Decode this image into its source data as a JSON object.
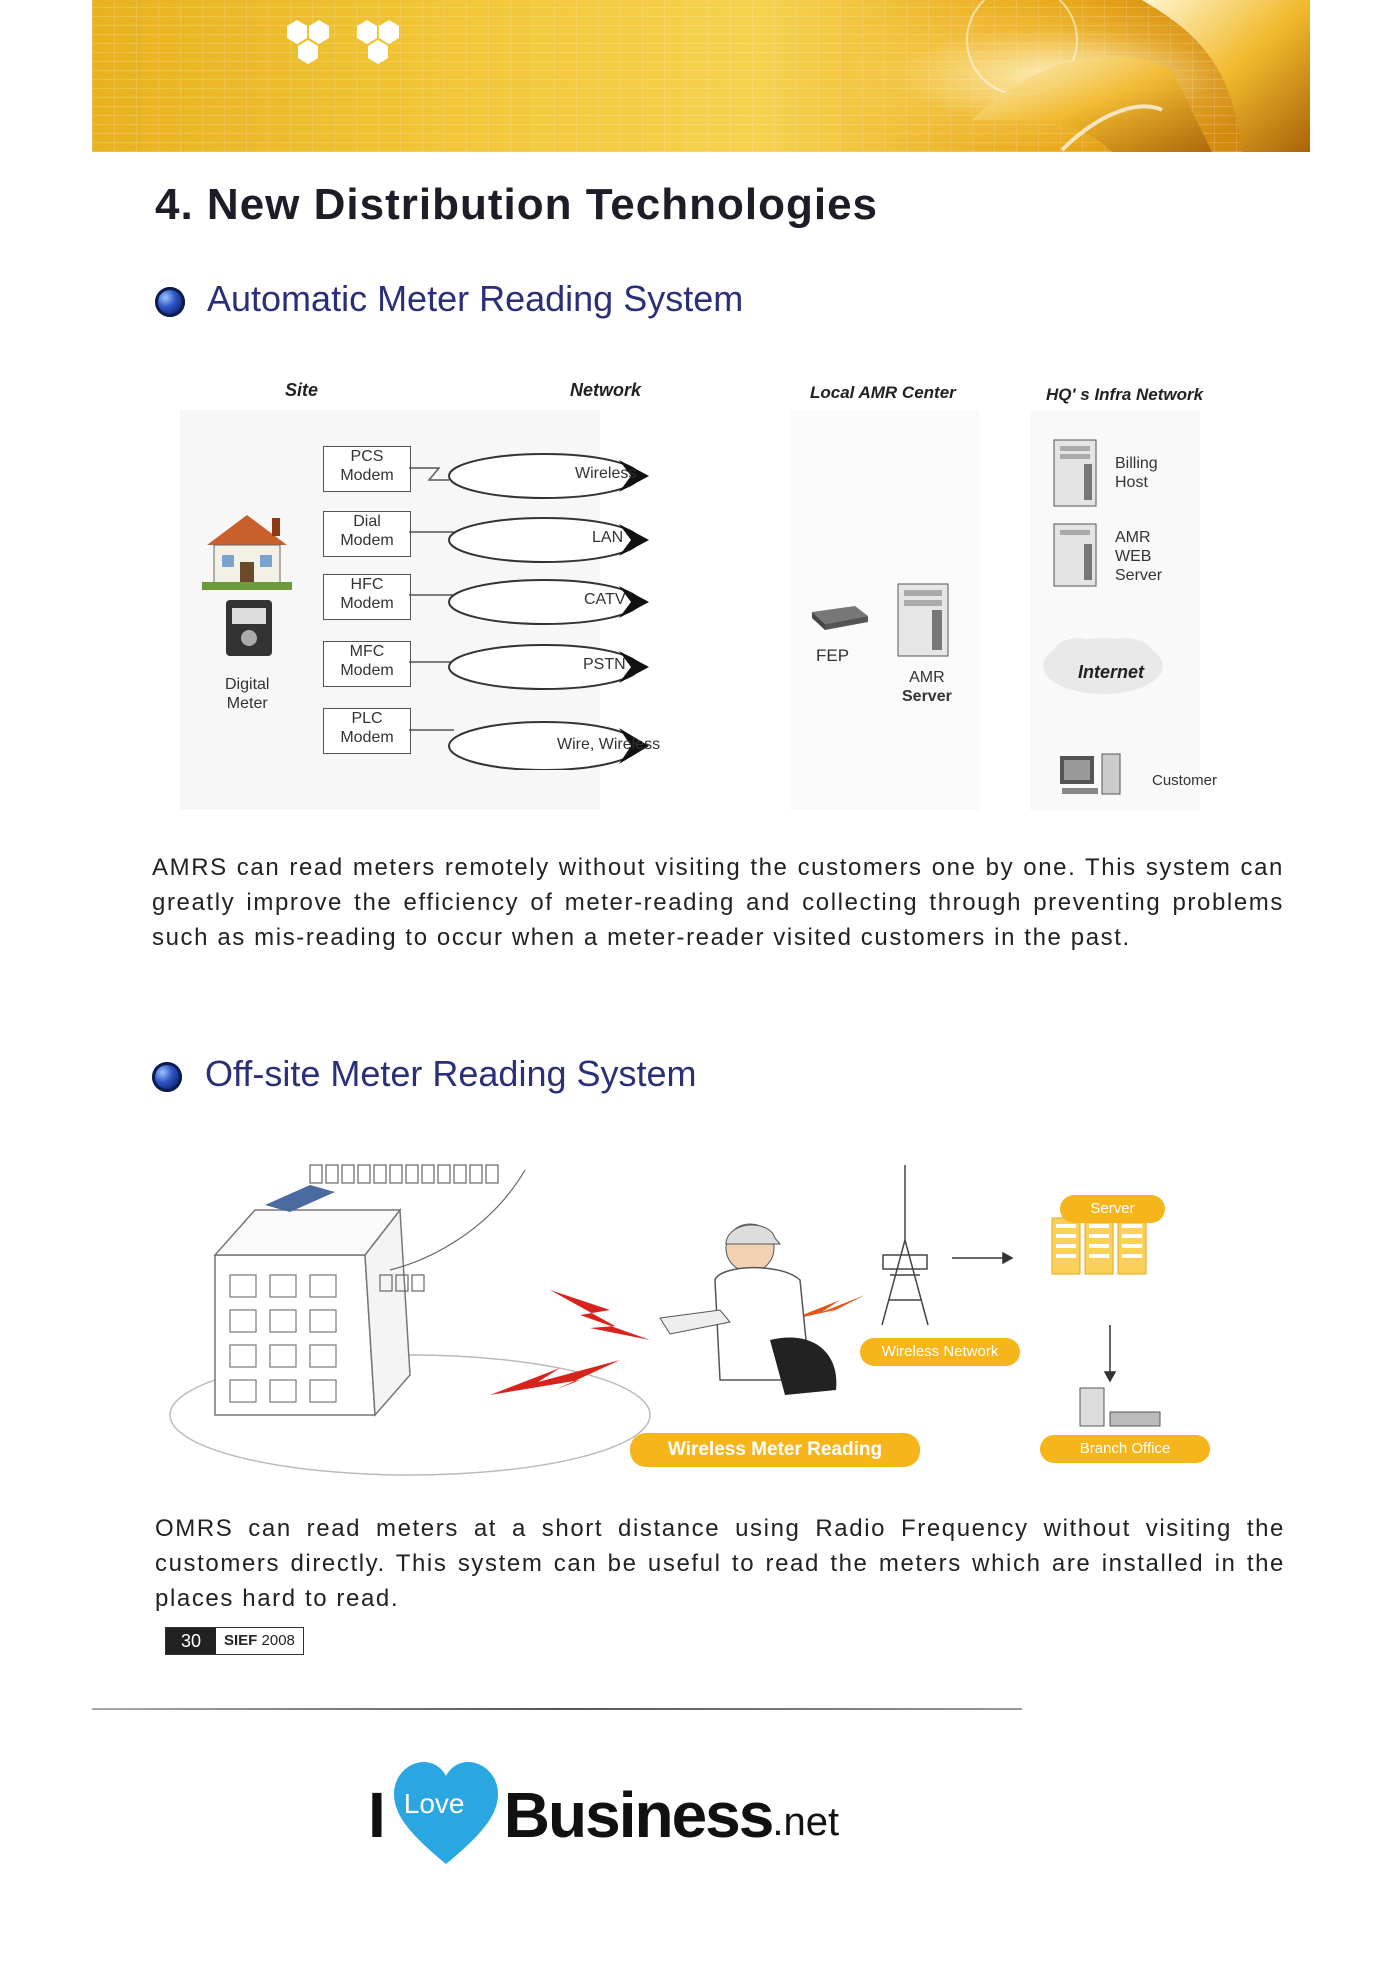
{
  "page_title": "4. New Distribution Technologies",
  "sections": {
    "amrs": {
      "heading": "Automatic Meter Reading System",
      "paragraph": "AMRS can read meters remotely without visiting the customers one by one. This system can greatly improve the efficiency of meter-reading and collecting through preventing problems such as mis-reading to occur when a meter-reader visited customers in the past."
    },
    "omrs": {
      "heading": "Off-site Meter Reading System",
      "paragraph": "OMRS can read meters at a short distance using Radio Frequency without visiting the customers directly. This system can be useful to read the meters which are installed in the places hard to read."
    }
  },
  "amr_diagram": {
    "columns": [
      "Site",
      "Network",
      "Local AMR Center",
      "HQ' s Infra Network"
    ],
    "modems": [
      [
        "PCS",
        "Modem"
      ],
      [
        "Dial",
        "Modem"
      ],
      [
        "HFC",
        "Modem"
      ],
      [
        "MFC",
        "Modem"
      ],
      [
        "PLC",
        "Modem"
      ]
    ],
    "networks": [
      "Wireless",
      "LAN",
      "CATV",
      "PSTN",
      "Wire, Wireless"
    ],
    "digital_meter": [
      "Digital",
      "Meter"
    ],
    "fep": "FEP",
    "amr_server": [
      "AMR",
      "Server"
    ],
    "billing_host": [
      "Billing",
      "Host"
    ],
    "amr_web_server": [
      "AMR",
      "WEB",
      "Server"
    ],
    "internet": "Internet",
    "customer": "Customer"
  },
  "omr_diagram": {
    "server": "Server",
    "wireless_network": "Wireless Network",
    "wireless_meter_reading": "Wireless Meter Reading",
    "branch_office": "Branch Office"
  },
  "footer": {
    "page_number": "30",
    "publication": "SIEF",
    "year": "2008"
  },
  "watermark": {
    "prefix": "I",
    "heart_text": "Love",
    "brand": "Business",
    "suffix": ".net"
  },
  "colors": {
    "heading_blue": "#2a2f78",
    "accent_orange": "#f6b51b",
    "logo_blue": "#2aa7e0"
  }
}
